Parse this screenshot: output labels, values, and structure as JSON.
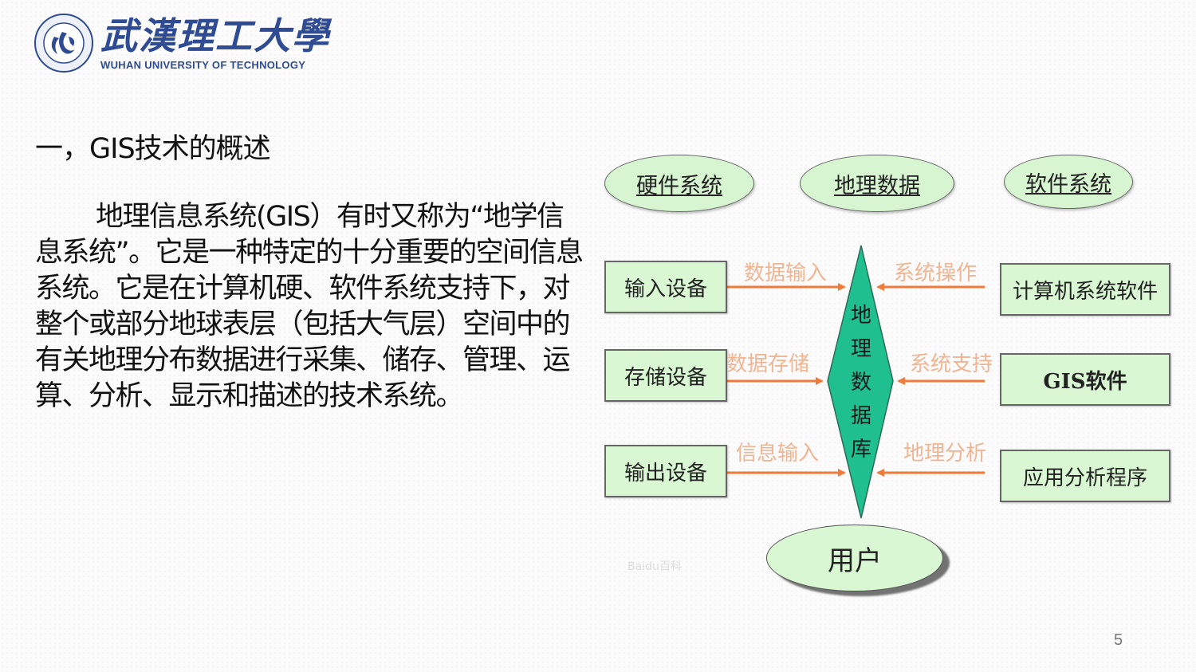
{
  "logo": {
    "cn_name": "武漢理工大學",
    "en_name": "WUHAN UNIVERSITY OF TECHNOLOGY",
    "brand_color": "#2e4b93"
  },
  "slide": {
    "heading": "一，GIS技术的概述",
    "paragraph": "地理信息系统(GIS）有时又称为“地学信息系统”。它是一种特定的十分重要的空间信息系统。它是在计算机硬、软件系统支持下，对整个或部分地球表层（包括大气层）空间中的有关地理分布数据进行采集、储存、管理、运算、分析、显示和描述的技术系统。",
    "page_number": "5"
  },
  "diagram": {
    "top_ovals": [
      "硬件系统",
      "地理数据",
      "软件系统"
    ],
    "left_boxes": [
      "输入设备",
      "存储设备",
      "输出设备"
    ],
    "left_arrow_labels": [
      "数据输入",
      "数据存储",
      "信息输入"
    ],
    "right_boxes": [
      "计算机系统软件",
      "GIS软件",
      "应用分析程序"
    ],
    "right_arrow_labels": [
      "系统操作",
      "系统支持",
      "地理分析"
    ],
    "center_label": "地理数据库",
    "center_chars": [
      "地",
      "理",
      "数",
      "据",
      "库"
    ],
    "bottom_oval": "用户",
    "watermark": "Baidu百科",
    "colors": {
      "node_fill": "#d9f7d3",
      "diamond_fill": "#1fbf8f",
      "arrow": "#ef7b3a",
      "arrow_label": "#f0b592"
    }
  }
}
